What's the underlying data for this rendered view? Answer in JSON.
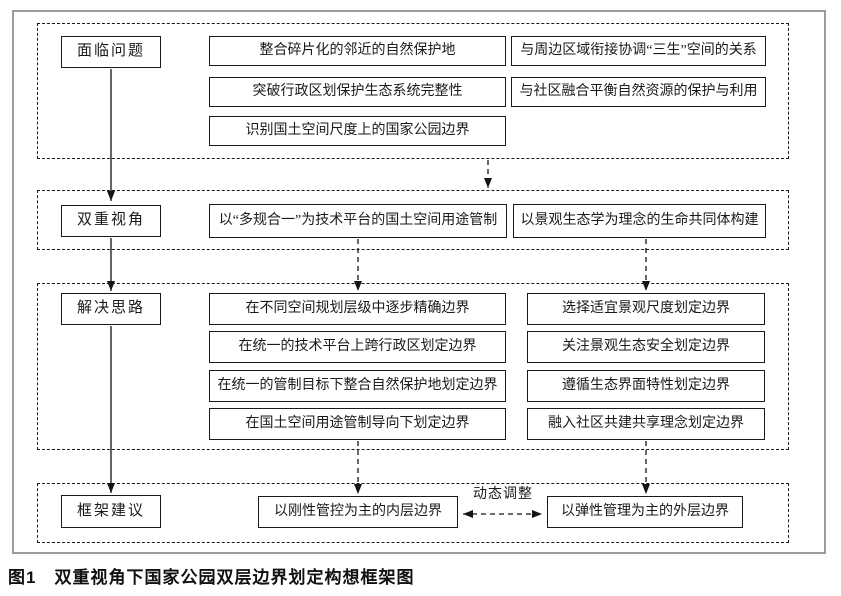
{
  "diagram": {
    "row1": {
      "label": "面临问题",
      "boxes_left": [
        "整合碎片化的邻近的自然保护地",
        "突破行政区划保护生态系统完整性",
        "识别国土空间尺度上的国家公园边界"
      ],
      "boxes_right": [
        "与周边区域衔接协调“三生”空间的关系",
        "与社区融合平衡自然资源的保护与利用"
      ]
    },
    "row2": {
      "label": "双重视角",
      "boxes": [
        "以“多规合一”为技术平台的国土空间用途管制",
        "以景观生态学为理念的生命共同体构建"
      ]
    },
    "row3": {
      "label": "解决思路",
      "boxes_left": [
        "在不同空间规划层级中逐步精确边界",
        "在统一的技术平台上跨行政区划定边界",
        "在统一的管制目标下整合自然保护地划定边界",
        "在国土空间用途管制导向下划定边界"
      ],
      "boxes_right": [
        "选择适宜景观尺度划定边界",
        "关注景观生态安全划定边界",
        "遵循生态界面特性划定边界",
        "融入社区共建共享理念划定边界"
      ]
    },
    "row4": {
      "label": "框架建议",
      "inner_box": "以刚性管控为主的内层边界",
      "outer_box": "以弹性管理为主的外层边界",
      "adjust_label": "动态调整"
    },
    "caption": "图1　双重视角下国家公园双层边界划定构想框架图"
  }
}
